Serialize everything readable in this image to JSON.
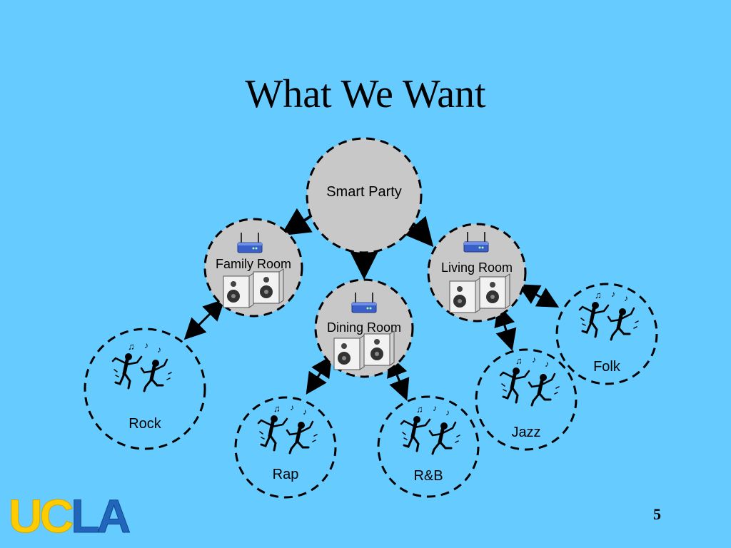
{
  "slide": {
    "title": "What We Want",
    "page_number": "5",
    "logo_text": "UCLA"
  },
  "colors": {
    "background": "#66ccff",
    "node_fill": "#c8c8c8",
    "genre_fill": "#66ccff",
    "outline": "#000000",
    "logo_uc": "#ffcc00",
    "logo_la": "#2266bb"
  },
  "nodes": {
    "smart_party": {
      "label": "Smart Party"
    },
    "family_room": {
      "label": "Family Room",
      "icons": [
        "router-icon",
        "speakers-icon"
      ]
    },
    "dining_room": {
      "label": "Dining Room",
      "icons": [
        "router-icon",
        "speakers-icon"
      ]
    },
    "living_room": {
      "label": "Living Room",
      "icons": [
        "router-icon",
        "speakers-icon"
      ]
    }
  },
  "genres": {
    "rock": {
      "label": "Rock",
      "icon": "dancers-icon"
    },
    "rap": {
      "label": "Rap",
      "icon": "dancers-icon"
    },
    "rnb": {
      "label": "R&B",
      "icon": "dancers-icon"
    },
    "jazz": {
      "label": "Jazz",
      "icon": "dancers-icon"
    },
    "folk": {
      "label": "Folk",
      "icon": "dancers-icon"
    }
  },
  "edges": [
    {
      "from": "Smart Party",
      "to": "Family Room",
      "type": "one-way"
    },
    {
      "from": "Smart Party",
      "to": "Dining Room",
      "type": "one-way"
    },
    {
      "from": "Smart Party",
      "to": "Living Room",
      "type": "one-way"
    },
    {
      "from": "Family Room",
      "to": "Rock",
      "type": "two-way"
    },
    {
      "from": "Dining Room",
      "to": "Rap",
      "type": "two-way"
    },
    {
      "from": "Dining Room",
      "to": "R&B",
      "type": "two-way"
    },
    {
      "from": "Living Room",
      "to": "Jazz",
      "type": "two-way"
    },
    {
      "from": "Living Room",
      "to": "Folk",
      "type": "two-way"
    }
  ]
}
